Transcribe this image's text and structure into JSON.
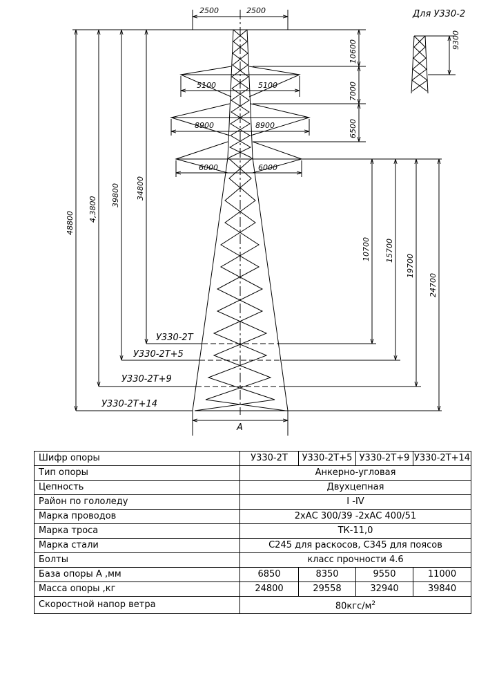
{
  "drawing": {
    "variant_note": "Для У330-2",
    "variant_note_height": "9300",
    "top_widths": [
      "2500",
      "2500"
    ],
    "arm1_widths": [
      "5100",
      "5100"
    ],
    "arm2_widths": [
      "8900",
      "8900"
    ],
    "arm3_widths": [
      "6000",
      "6000"
    ],
    "right_segments": [
      "10600",
      "7000",
      "6500"
    ],
    "right_heights": [
      "10700",
      "15700",
      "19700",
      "24700"
    ],
    "left_heights": [
      "48800",
      "4,3800",
      "39800",
      "34800"
    ],
    "base_labels": [
      "У330-2Т",
      "У330-2Т+5",
      "У330-2Т+9",
      "У330-2Т+14"
    ],
    "base_dim": "А"
  },
  "table": {
    "rows": [
      {
        "name": "Шифр опоры",
        "values": [
          "У330-2Т",
          "У330-2Т+5",
          "У330-2Т+9",
          "У330-2Т+14"
        ]
      },
      {
        "name": "Тип опоры",
        "value": "Анкерно-угловая"
      },
      {
        "name": "Цепность",
        "value": "Двухцепная"
      },
      {
        "name": "Район по гололеду",
        "value": "I -IV"
      },
      {
        "name": "Марка проводов",
        "value": "2хАС 300/39 -2хАС 400/51"
      },
      {
        "name": "Марка троса",
        "value": "ТК-11,0"
      },
      {
        "name": "Марка стали",
        "value": "С245 для раскосов, С345 для поясов"
      },
      {
        "name": "Болты",
        "value": "класс прочности 4.6"
      },
      {
        "name": "База опоры А ,мм",
        "values": [
          "6850",
          "8350",
          "9550",
          "11000"
        ]
      },
      {
        "name": "Масса опоры ,кг",
        "values": [
          "24800",
          "29558",
          "32940",
          "39840"
        ]
      },
      {
        "name": "Скоростной напор ветра",
        "value": "80кгс/м",
        "sup": "2"
      }
    ]
  }
}
